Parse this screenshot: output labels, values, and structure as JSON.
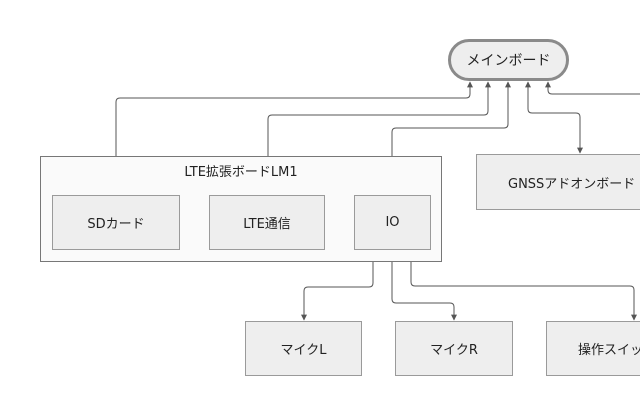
{
  "diagram": {
    "main_board": "メインボード",
    "lte_group_label": "LTE拡張ボードLM1",
    "sd_card": "SDカード",
    "lte_comm": "LTE通信",
    "io": "IO",
    "gnss": "GNSSアドオンボード",
    "mic_l": "マイクL",
    "mic_r": "マイクR",
    "operation_switch": "操作スイッチ"
  },
  "colors": {
    "connector": "#555555",
    "box_fill": "#eeeeee",
    "box_border": "#9a9a9a"
  }
}
